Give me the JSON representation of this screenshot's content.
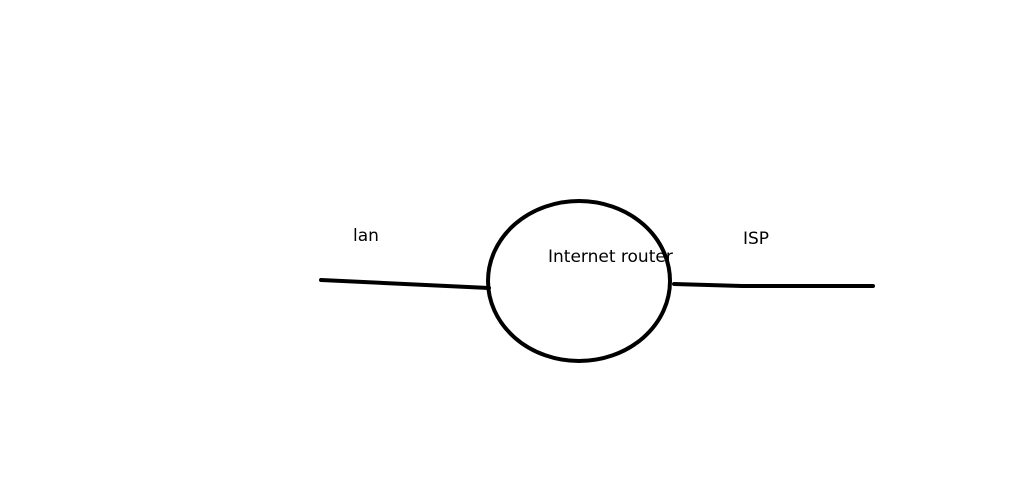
{
  "diagram": {
    "nodes": [
      {
        "id": "router",
        "label": "Internet router"
      }
    ],
    "connections": [
      {
        "id": "lan",
        "label": "lan"
      },
      {
        "id": "isp",
        "label": "ISP"
      }
    ],
    "colors": {
      "stroke": "#000000",
      "background": "#ffffff"
    }
  }
}
